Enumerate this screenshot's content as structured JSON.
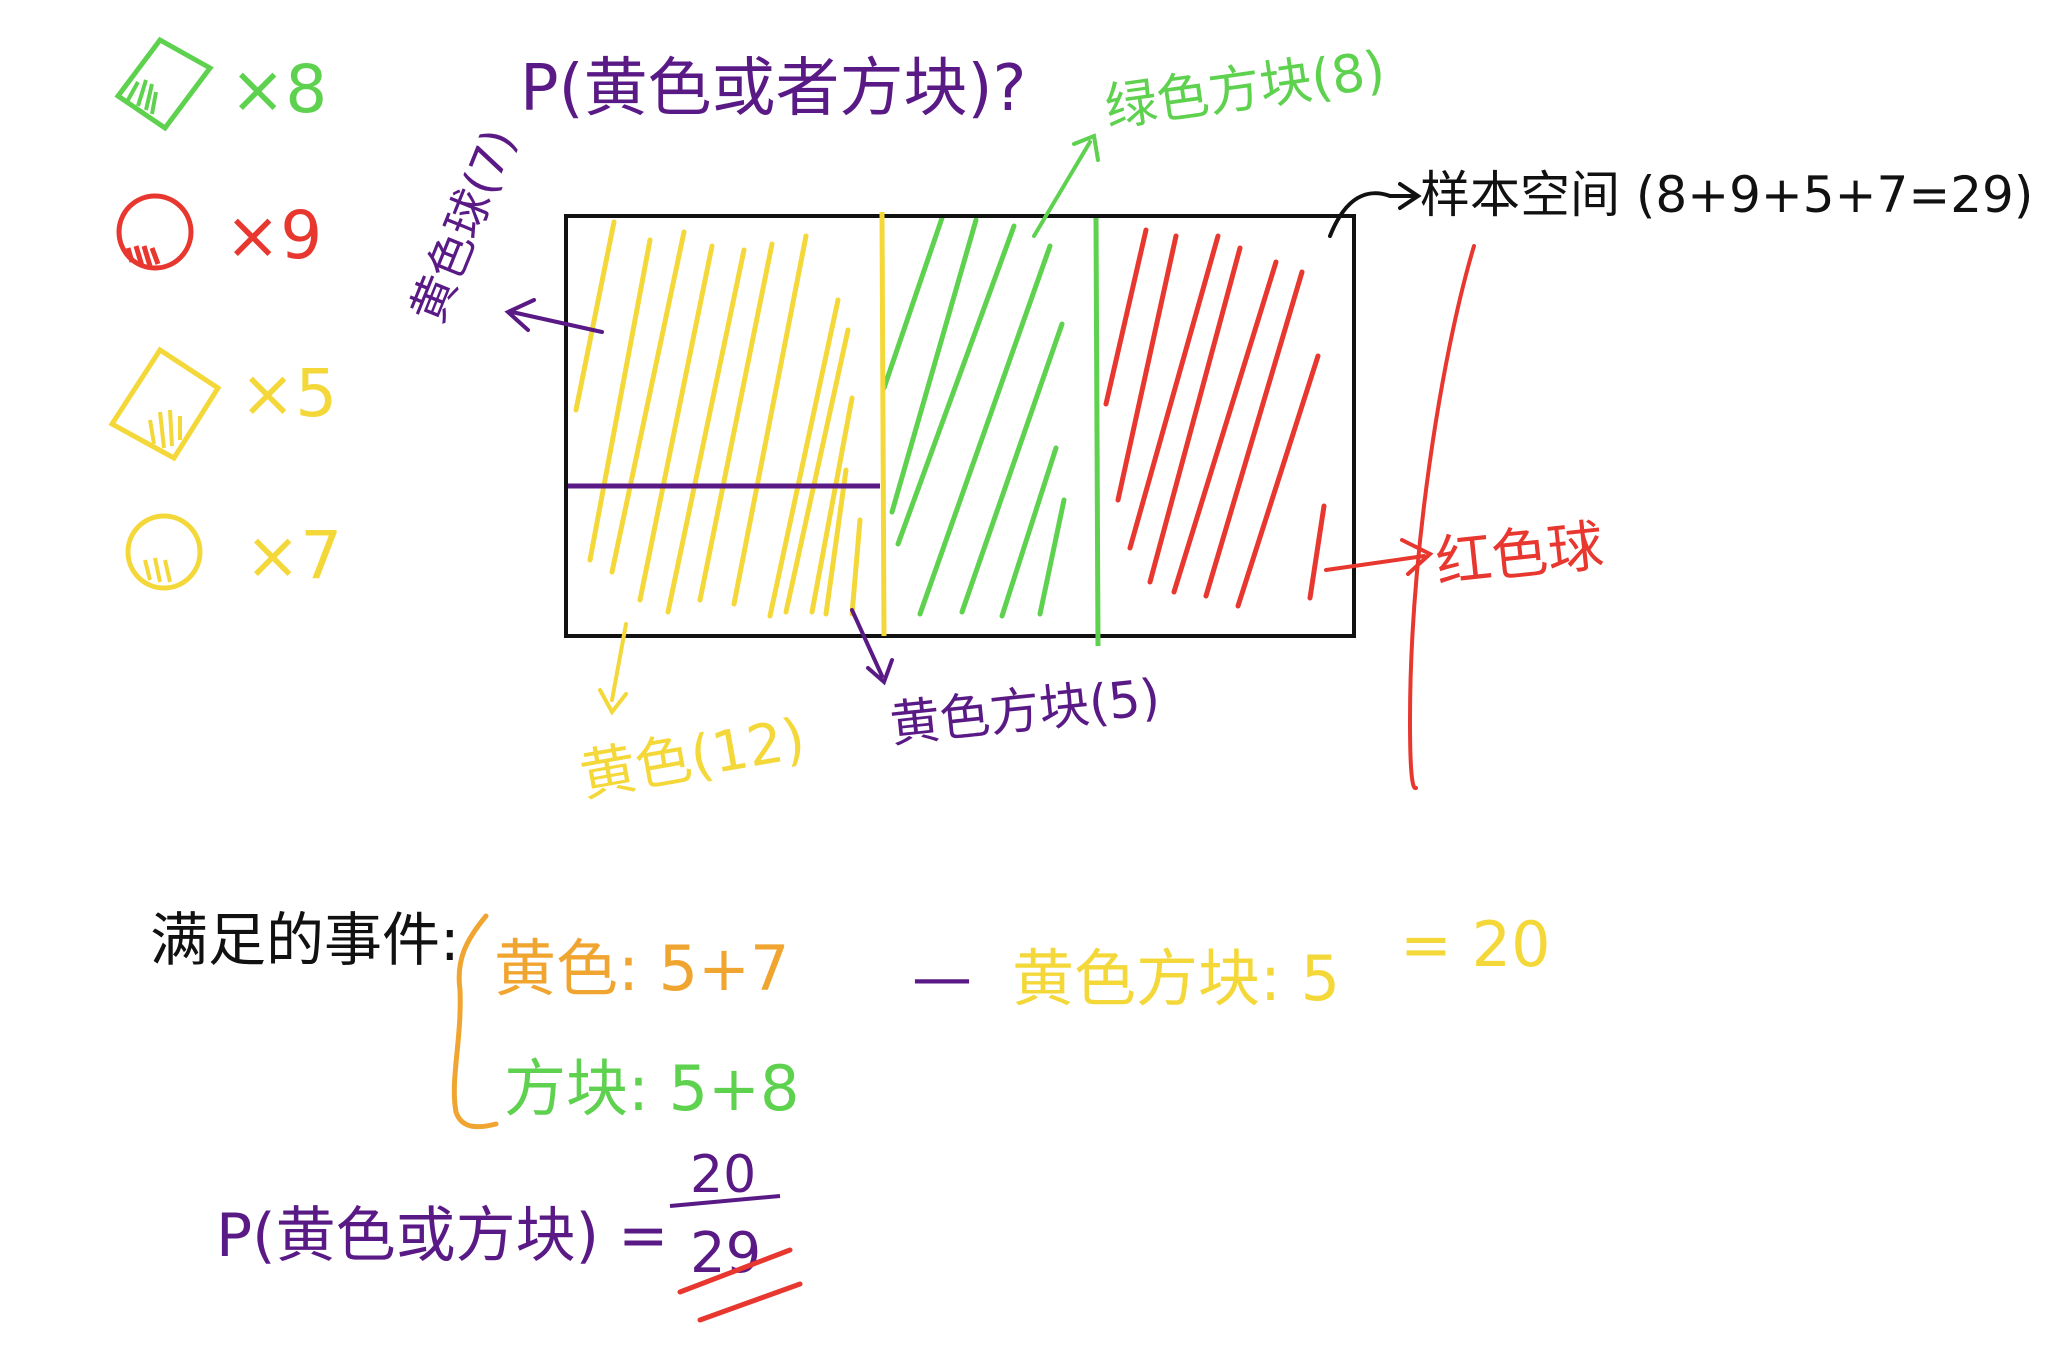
{
  "colors": {
    "green": "#5ed14f",
    "red": "#e8372f",
    "yellow": "#f4d83a",
    "orange": "#f0a531",
    "purple": "#5a1a86",
    "black": "#111111"
  },
  "legend": [
    {
      "shape": "diamond",
      "color_key": "green",
      "label": "×8"
    },
    {
      "shape": "circle",
      "color_key": "red",
      "label": "×9"
    },
    {
      "shape": "diamond",
      "color_key": "yellow",
      "label": "×5"
    },
    {
      "shape": "circle",
      "color_key": "yellow",
      "label": "×7"
    }
  ],
  "question": "P(黄色或者方块)?",
  "diagram": {
    "green_blocks_label": "绿色方块(8)",
    "sample_space_label": "样本空间 (8+9+5+7=29)",
    "yellow_ball_label": "黄色球(7)",
    "red_ball_label": "红色球",
    "yellow_label": "黄色(12)",
    "yellow_block_label": "黄色方块(5)"
  },
  "events": {
    "title": "满足的事件:",
    "yellow_line": "黄色: 5+7",
    "block_line": "方块: 5+8",
    "minus": "—",
    "overlap_line": "黄色方块: 5",
    "result_line": "= 20"
  },
  "answer": {
    "lhs": "P(黄色或方块) =",
    "numerator": "20",
    "denominator": "29"
  }
}
